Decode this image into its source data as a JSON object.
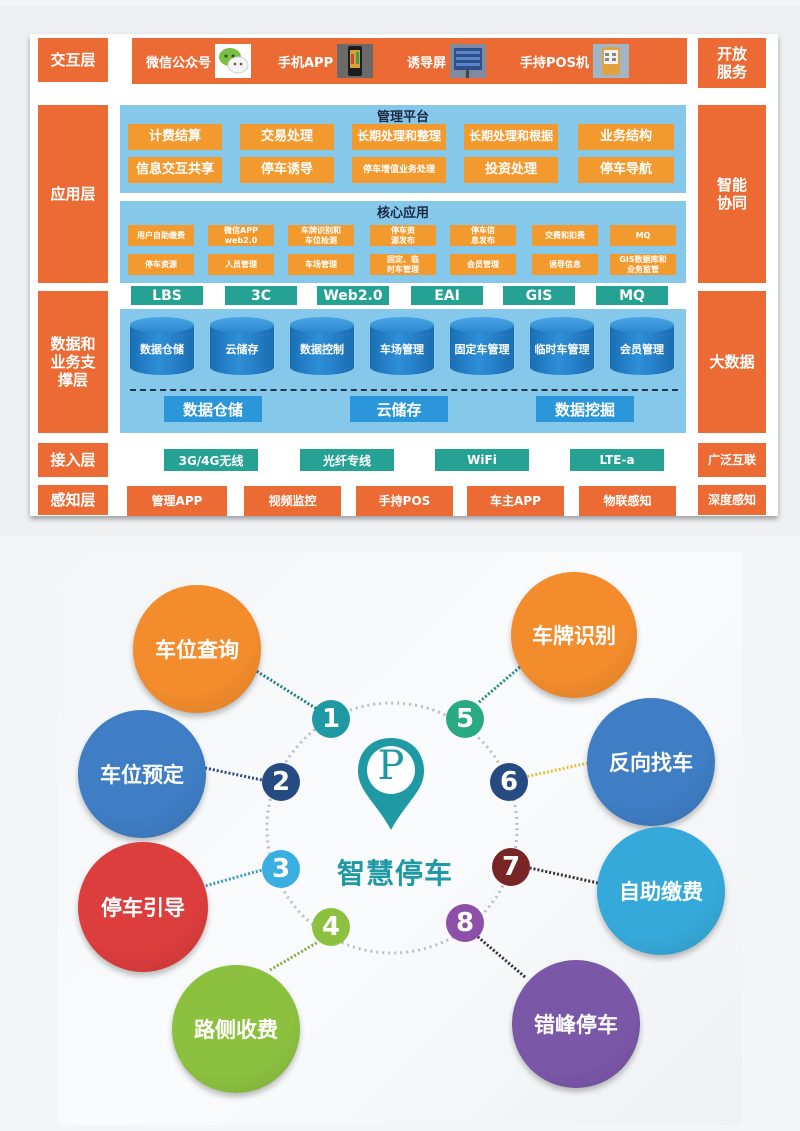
{
  "architecture": {
    "left_layers": [
      {
        "label": "交互层"
      },
      {
        "label": "应用层"
      },
      {
        "label": "数据和\n业务支\n撑层"
      },
      {
        "label": "接入层"
      },
      {
        "label": "感知层"
      }
    ],
    "right_labels": [
      {
        "label": "开放\n服务"
      },
      {
        "label": "智能\n协同"
      },
      {
        "label": "大数据"
      },
      {
        "label": "广泛互联"
      },
      {
        "label": "深度感知"
      }
    ],
    "interaction_bar": [
      {
        "label": "微信公众号",
        "icon": "wechat-icon"
      },
      {
        "label": "手机APP",
        "icon": "mobile-phone-icon"
      },
      {
        "label": "诱导屏",
        "icon": "guidance-screen-icon"
      },
      {
        "label": "手持POS机",
        "icon": "handheld-pos-icon"
      }
    ],
    "management_platform": {
      "title": "管理平台",
      "rows": [
        [
          "计费结算",
          "交易处理",
          "长期处理和整理",
          "长期处理和根据",
          "业务结构"
        ],
        [
          "信息交互共享",
          "停车诱导",
          "停车增值业务处理",
          "投资处理",
          "停车导航"
        ]
      ]
    },
    "core_apps": {
      "title": "核心应用",
      "rows": [
        [
          "用户自助缴费",
          "微信APP\nweb2.0",
          "车牌识别和\n车位检测",
          "停车资\n源发布",
          "停车信\n息发布",
          "交费和扣费",
          "MQ"
        ],
        [
          "停车资源",
          "人员管理",
          "车场管理",
          "固定、临\n时车管理",
          "会员管理",
          "诱导信息",
          "GIS数据库和\n业务监管"
        ]
      ]
    },
    "tech_bar": [
      "LBS",
      "3C",
      "Web2.0",
      "EAI",
      "GIS",
      "MQ"
    ],
    "databases": [
      "数据仓储",
      "云储存",
      "数据控制",
      "车场管理",
      "固定车管理",
      "临时车管理",
      "会员管理"
    ],
    "storage_buttons": [
      "数据仓储",
      "云储存",
      "数据挖掘"
    ],
    "access_layer": [
      "3G/4G无线",
      "光纤专线",
      "WiFi",
      "LTE-a"
    ],
    "perception_layer": [
      "管理APP",
      "视频监控",
      "手持POS",
      "车主APP",
      "物联感知"
    ],
    "colors": {
      "orange": "#ec6b34",
      "pill_orange": "#f39a2e",
      "light_blue": "#86c8ea",
      "teal": "#26a294",
      "db_blue": "#2b86cf"
    }
  },
  "smart_parking": {
    "center_title": "智慧停车",
    "center_icon": "parking-pin-icon",
    "center_letter": "P",
    "features": [
      {
        "number": "1",
        "label": "车位查询",
        "bubble_color": "#f28c2c",
        "number_color": "#1f9aa5"
      },
      {
        "number": "2",
        "label": "车位预定",
        "bubble_color": "#3f7dc4",
        "number_color": "#264a82"
      },
      {
        "number": "3",
        "label": "停车引导",
        "bubble_color": "#dc3d3d",
        "number_color": "#3aaee0"
      },
      {
        "number": "4",
        "label": "路侧收费",
        "bubble_color": "#8cc13f",
        "number_color": "#8cc13f"
      },
      {
        "number": "5",
        "label": "车牌识别",
        "bubble_color": "#f28c2c",
        "number_color": "#2aa985"
      },
      {
        "number": "6",
        "label": "反向找车",
        "bubble_color": "#3f7dc4",
        "number_color": "#264a82"
      },
      {
        "number": "7",
        "label": "自助缴费",
        "bubble_color": "#35a9d9",
        "number_color": "#7a2525"
      },
      {
        "number": "8",
        "label": "错峰停车",
        "bubble_color": "#7b57a8",
        "number_color": "#8e4fa8"
      }
    ]
  }
}
